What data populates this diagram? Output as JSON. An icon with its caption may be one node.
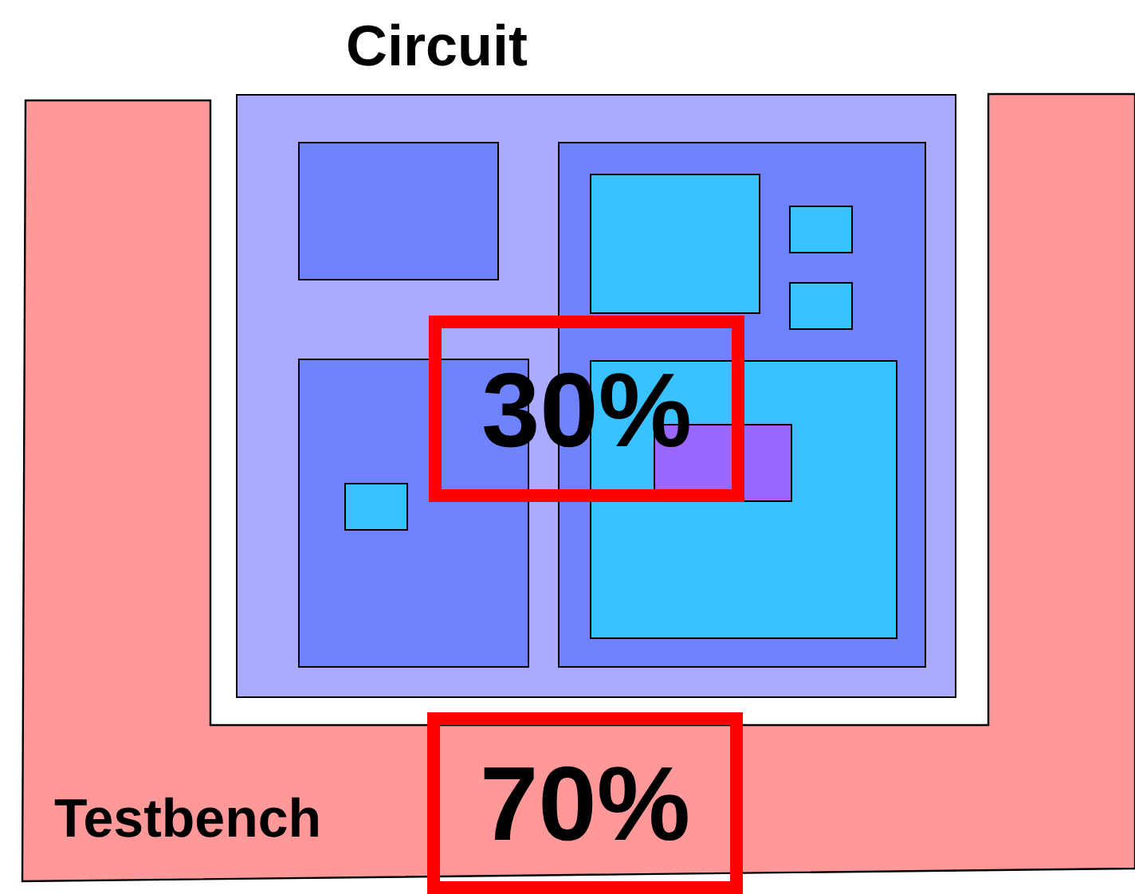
{
  "diagram": {
    "nodes": [
      {
        "text": [
          "Testbench"
        ]
      },
      {
        "text": [
          "Circuit"
        ]
      },
      {
        "text": [],
        "shape": "box",
        "in": 1
      },
      {
        "text": [],
        "shape": "box",
        "in": 1
      },
      {
        "text": [],
        "shape": "box",
        "in": 1
      },
      {
        "text": [],
        "shape": "box",
        "in": 4
      },
      {
        "text": [],
        "shape": "box",
        "in": 3
      },
      {
        "text": [],
        "shape": "box",
        "in": 3
      },
      {
        "text": [],
        "shape": "box",
        "in": 3
      },
      {
        "text": [],
        "shape": "box",
        "in": 3
      },
      {
        "text": [],
        "shape": "box",
        "in": 9
      },
      {
        "text": [
          "30%"
        ],
        "in": 1
      },
      {
        "text": [
          "70%"
        ]
      }
    ],
    "edges": []
  }
}
